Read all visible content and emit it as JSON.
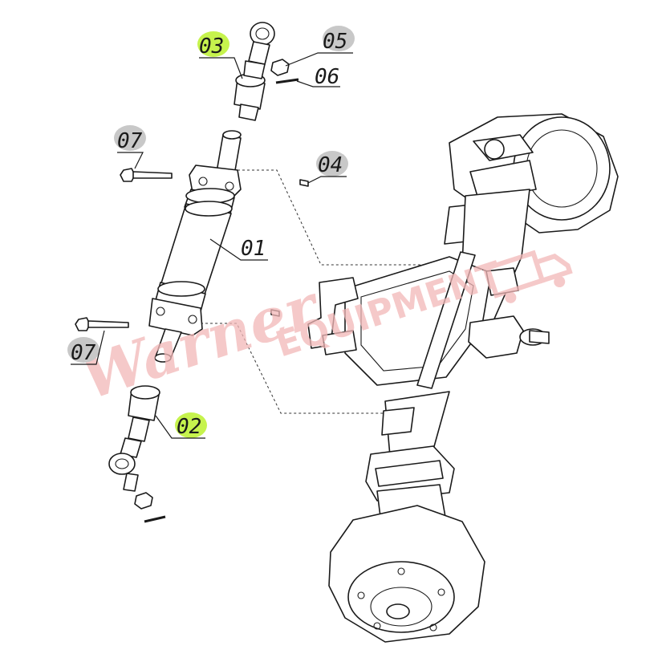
{
  "callouts": [
    {
      "id": "c01",
      "label": "01",
      "highlight": false
    },
    {
      "id": "c02",
      "label": "02",
      "highlight": true
    },
    {
      "id": "c03",
      "label": "03",
      "highlight": true
    },
    {
      "id": "c04",
      "label": "04",
      "highlight": false
    },
    {
      "id": "c05",
      "label": "05",
      "highlight": false
    },
    {
      "id": "c06",
      "label": "06",
      "highlight": false
    },
    {
      "id": "c07a",
      "label": "07",
      "highlight": false
    },
    {
      "id": "c07b",
      "label": "07",
      "highlight": false
    }
  ],
  "colors": {
    "line": "#1a1a1a",
    "highlight": "#c6f34d",
    "badge": "#c8c8c8",
    "watermark": "#f2b8b8"
  },
  "watermark": {
    "script": "Warner",
    "block": "EQUIPMENT",
    "icon": "truck-icon"
  }
}
